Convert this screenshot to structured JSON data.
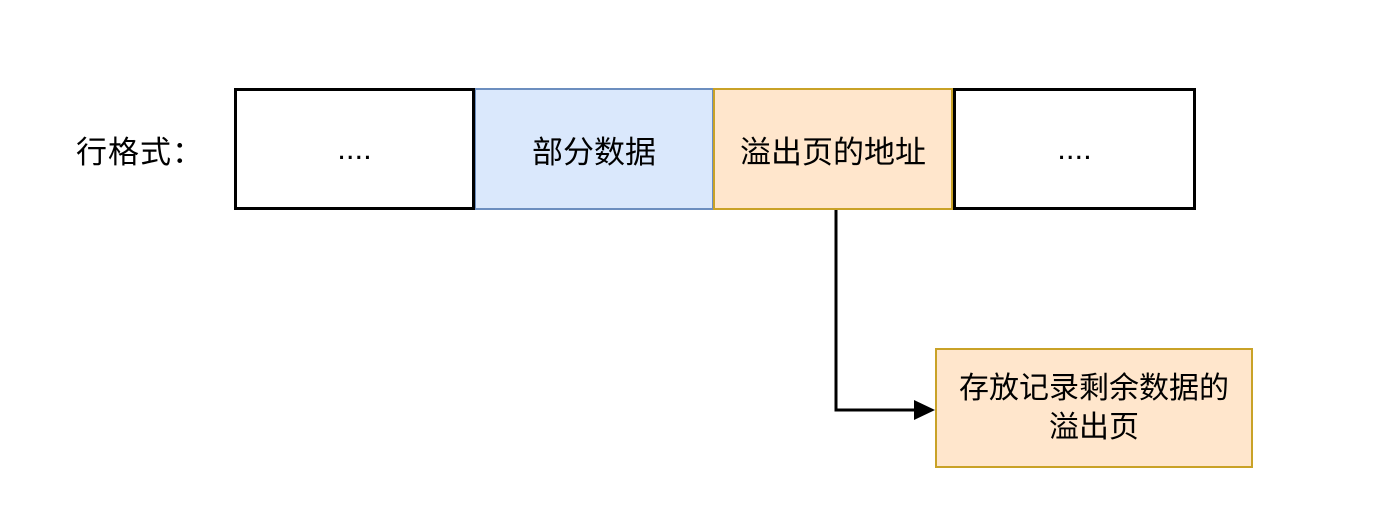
{
  "diagram": {
    "row_label": "行格式：",
    "row_cells": [
      {
        "id": "dots-left",
        "text": "....",
        "style": "plain"
      },
      {
        "id": "partial-data",
        "text": "部分数据",
        "style": "blue"
      },
      {
        "id": "overflow-address",
        "text": "溢出页的地址",
        "style": "orange"
      },
      {
        "id": "dots-right",
        "text": "....",
        "style": "plain"
      }
    ],
    "overflow_box": {
      "line1": "存放记录剩余数据的",
      "line2": "溢出页"
    },
    "colors": {
      "background": "#FFFFFF",
      "text": "#000000",
      "black_border": "#000000",
      "blue_fill": "#DAE8FC",
      "blue_border": "#6C8EBF",
      "orange_fill": "#FFE6CC",
      "orange_border": "#C9A227",
      "arrow": "#000000"
    }
  }
}
